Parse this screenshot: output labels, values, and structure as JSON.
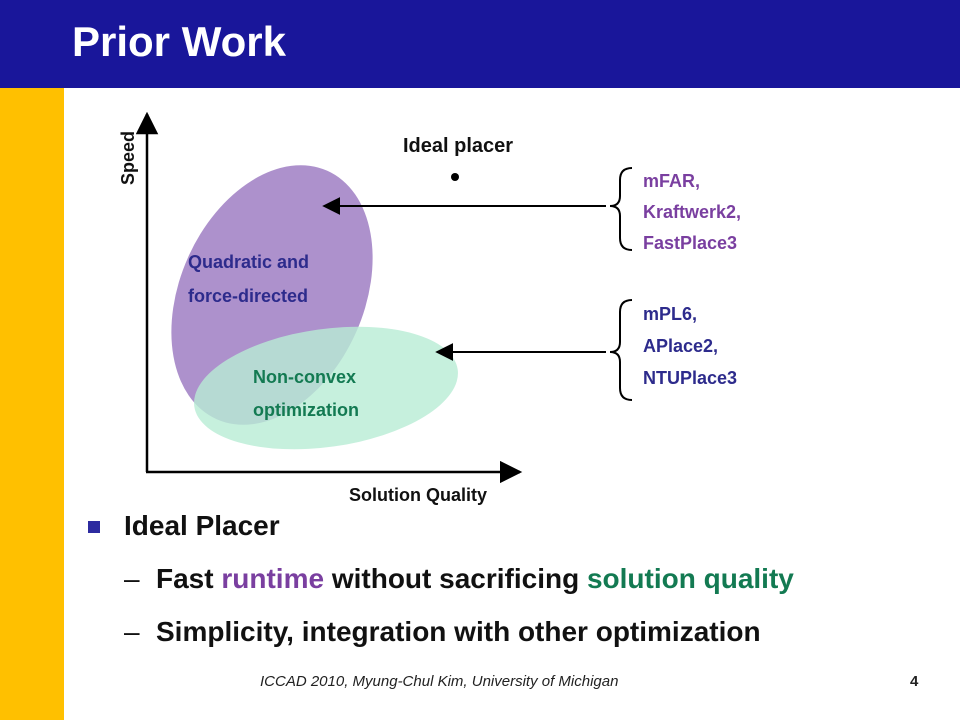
{
  "slide": {
    "title": "Prior Work",
    "footer": "ICCAD 2010, Myung-Chul Kim, University of Michigan",
    "page_number": "4"
  },
  "colors": {
    "header": "#19169a",
    "side_bar": "#ffc000",
    "purple_region": "#a98bc9",
    "green_region": "#b8ecd4",
    "purple_text": "#7a3fa0",
    "green_text": "#137a52"
  },
  "diagram": {
    "axis_y_label": "Speed",
    "axis_x_label": "Solution Quality",
    "ideal_label": "Ideal placer",
    "region_quadratic": [
      "Quadratic and",
      "force-directed"
    ],
    "region_nonconvex": [
      "Non-convex",
      "optimization"
    ],
    "group_quadratic_tools": [
      "mFAR,",
      "Kraftwerk2,",
      "FastPlace3"
    ],
    "group_nonconvex_tools": [
      "mPL6,",
      "APlace2,",
      "NTUPlace3"
    ]
  },
  "bullets": {
    "main": "Ideal Placer",
    "sub1": {
      "part1": "Fast ",
      "part2": "runtime",
      "part3": " without sacrificing ",
      "part4": "solution quality"
    },
    "sub2": "Simplicity, integration with other optimization",
    "dash": "–"
  }
}
